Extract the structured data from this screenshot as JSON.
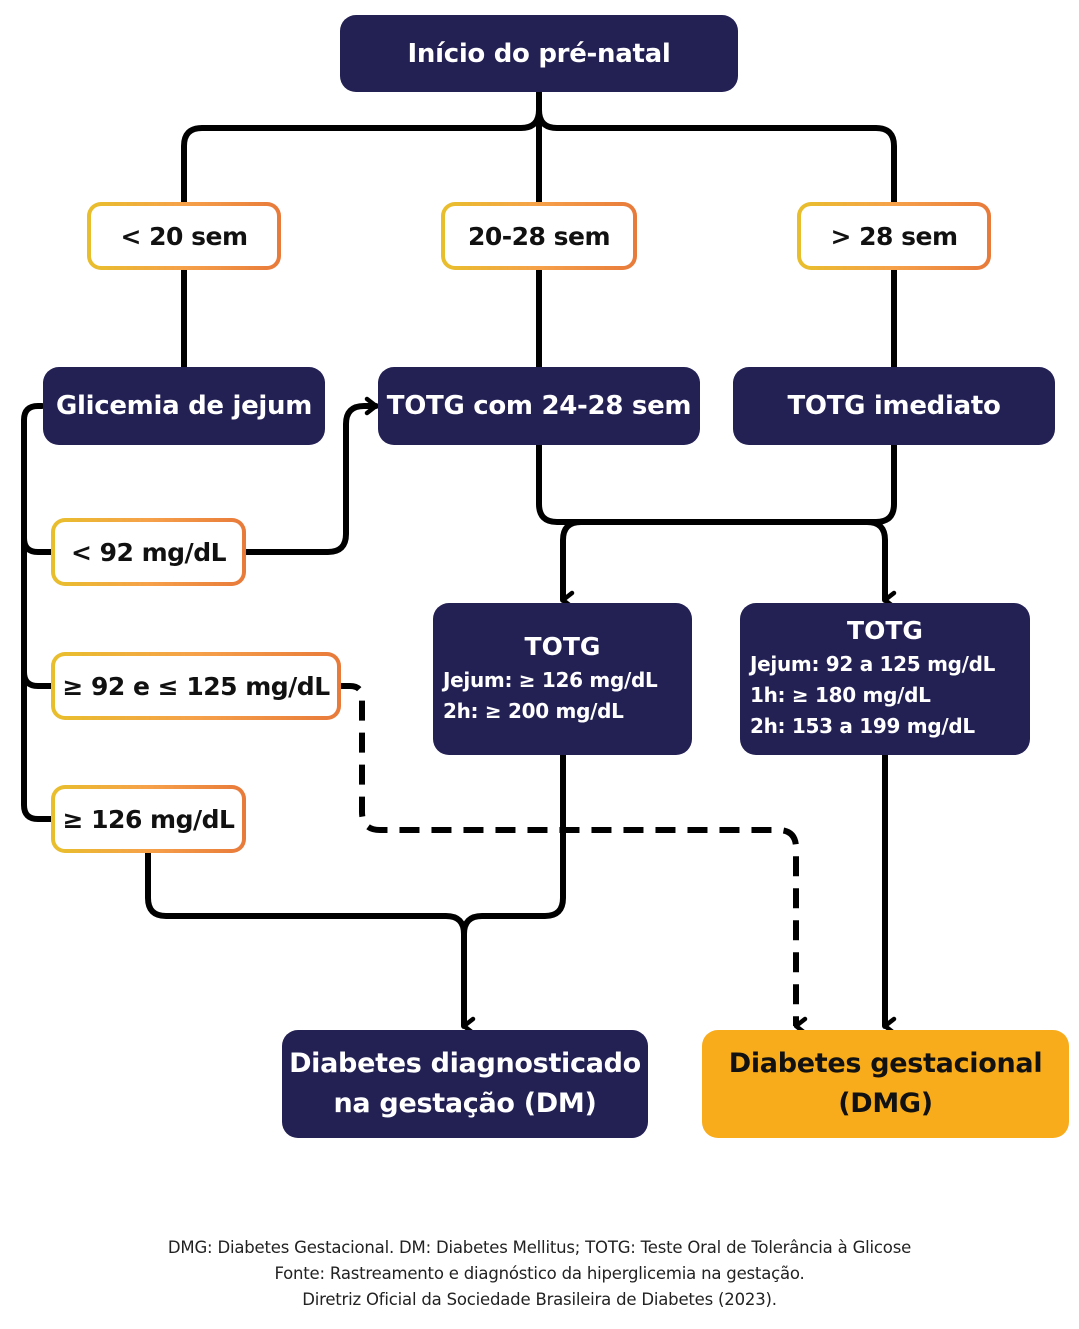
{
  "colors": {
    "dark_node": "#232054",
    "outcome_gdm": "#f8ac1c",
    "pill_gradient": [
      "#e8bf2c",
      "#f6a14a",
      "#e87a3a"
    ],
    "connector": "#000000"
  },
  "start": {
    "label": "Início do pré-natal"
  },
  "gestational_age": {
    "lt20": "< 20 sem",
    "w20_28": "20-28 sem",
    "gt28": "> 28 sem"
  },
  "tests": {
    "fasting_glucose": "Glicemia de jejum",
    "ogtt_24_28": "TOTG com 24-28 sem",
    "ogtt_immediate": "TOTG imediato"
  },
  "fasting_results": {
    "lt92": "< 92 mg/dL",
    "range_92_125": "≥ 92 e ≤ 125 mg/dL",
    "gte126": "≥ 126 mg/dL"
  },
  "ogtt_dm": {
    "title": "TOTG",
    "lines": [
      "Jejum: ≥ 126 mg/dL",
      "2h: ≥ 200 mg/dL"
    ]
  },
  "ogtt_gdm": {
    "title": "TOTG",
    "lines": [
      "Jejum: 92 a 125 mg/dL",
      "1h: ≥ 180 mg/dL",
      "2h: 153 a 199 mg/dL"
    ]
  },
  "outcomes": {
    "dm": [
      "Diabetes diagnosticado",
      "na gestação (DM)"
    ],
    "gdm": [
      "Diabetes gestacional",
      "(DMG)"
    ]
  },
  "footnote": [
    "DMG: Diabetes Gestacional. DM: Diabetes Mellitus; TOTG: Teste Oral de Tolerância à Glicose",
    "Fonte: Rastreamento e diagnóstico da hiperglicemia na gestação.",
    "Diretriz Oficial da Sociedade Brasileira de Diabetes (2023)."
  ]
}
